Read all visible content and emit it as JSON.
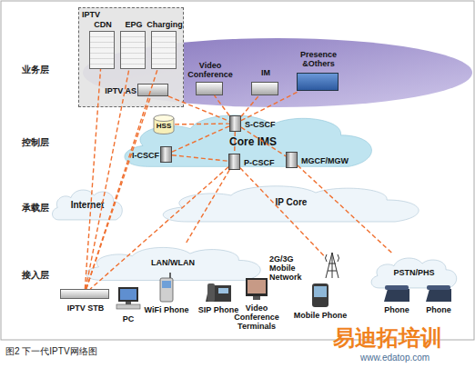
{
  "diagram": {
    "caption": "图2 下一代IPTV网络图",
    "nodes": [
      {
        "text": [
          "IPTV"
        ]
      },
      {
        "text": [
          "CDN"
        ],
        "in": 0
      },
      {
        "text": [
          "EPG"
        ],
        "in": 0
      },
      {
        "text": [
          "Charging"
        ],
        "in": 0
      },
      {
        "text": [
          "IPTV AS"
        ],
        "in": 0
      },
      {
        "text": [
          "Video Conference"
        ]
      },
      {
        "text": [
          "IM"
        ]
      },
      {
        "text": [
          "Presence &Others"
        ]
      },
      {
        "text": [
          "Core IMS"
        ]
      },
      {
        "text": [
          "HSS"
        ],
        "in": 8
      },
      {
        "text": [
          "S-CSCF"
        ],
        "in": 8
      },
      {
        "text": [
          "I-CSCF"
        ],
        "in": 8
      },
      {
        "text": [
          "P-CSCF"
        ],
        "in": 8
      },
      {
        "text": [
          "MGCF/MGW"
        ],
        "in": 8
      },
      {
        "text": [
          "Internet"
        ]
      },
      {
        "text": [
          "IP Core"
        ]
      },
      {
        "text": [
          "LAN/WLAN"
        ]
      },
      {
        "text": [
          "2G/3G Mobile Network"
        ]
      },
      {
        "text": [
          "PSTN/PHS"
        ]
      },
      {
        "text": [
          "IPTV STB"
        ]
      },
      {
        "text": [
          "PC"
        ]
      },
      {
        "text": [
          "WiFi Phone"
        ]
      },
      {
        "text": [
          "SIP Phone"
        ]
      },
      {
        "text": [
          "Video Conference Terminals"
        ]
      },
      {
        "text": [
          "Mobile Phone"
        ]
      },
      {
        "text": [
          "Phone"
        ]
      },
      {
        "text": [
          "Phone"
        ]
      }
    ],
    "edges": [
      {
        "from": 19,
        "to": 1,
        "arrow": "none"
      },
      {
        "from": 19,
        "to": 2,
        "arrow": "none"
      },
      {
        "from": 19,
        "to": 3,
        "arrow": "none"
      },
      {
        "from": 19,
        "to": 4,
        "arrow": "none"
      },
      {
        "from": 4,
        "to": 10,
        "arrow": "none"
      },
      {
        "from": 10,
        "to": 5,
        "arrow": "none"
      },
      {
        "from": 10,
        "to": 6,
        "arrow": "none"
      },
      {
        "from": 10,
        "to": 7,
        "arrow": "none"
      },
      {
        "from": 9,
        "to": 10,
        "arrow": "none"
      },
      {
        "from": 10,
        "to": 11,
        "arrow": "none"
      },
      {
        "from": 10,
        "to": 12,
        "arrow": "none"
      },
      {
        "from": 10,
        "to": 13,
        "arrow": "none"
      },
      {
        "from": 11,
        "to": 12,
        "arrow": "none"
      },
      {
        "from": 12,
        "to": 19,
        "arrow": "none"
      },
      {
        "from": 12,
        "to": 16,
        "arrow": "none"
      },
      {
        "from": 12,
        "to": 17,
        "arrow": "none"
      },
      {
        "from": 13,
        "to": 18,
        "arrow": "none"
      }
    ],
    "labels": [
      "业务层",
      "控制层",
      "承载层",
      "接入层",
      "易迪拓培训",
      "www.edatop.com"
    ]
  }
}
